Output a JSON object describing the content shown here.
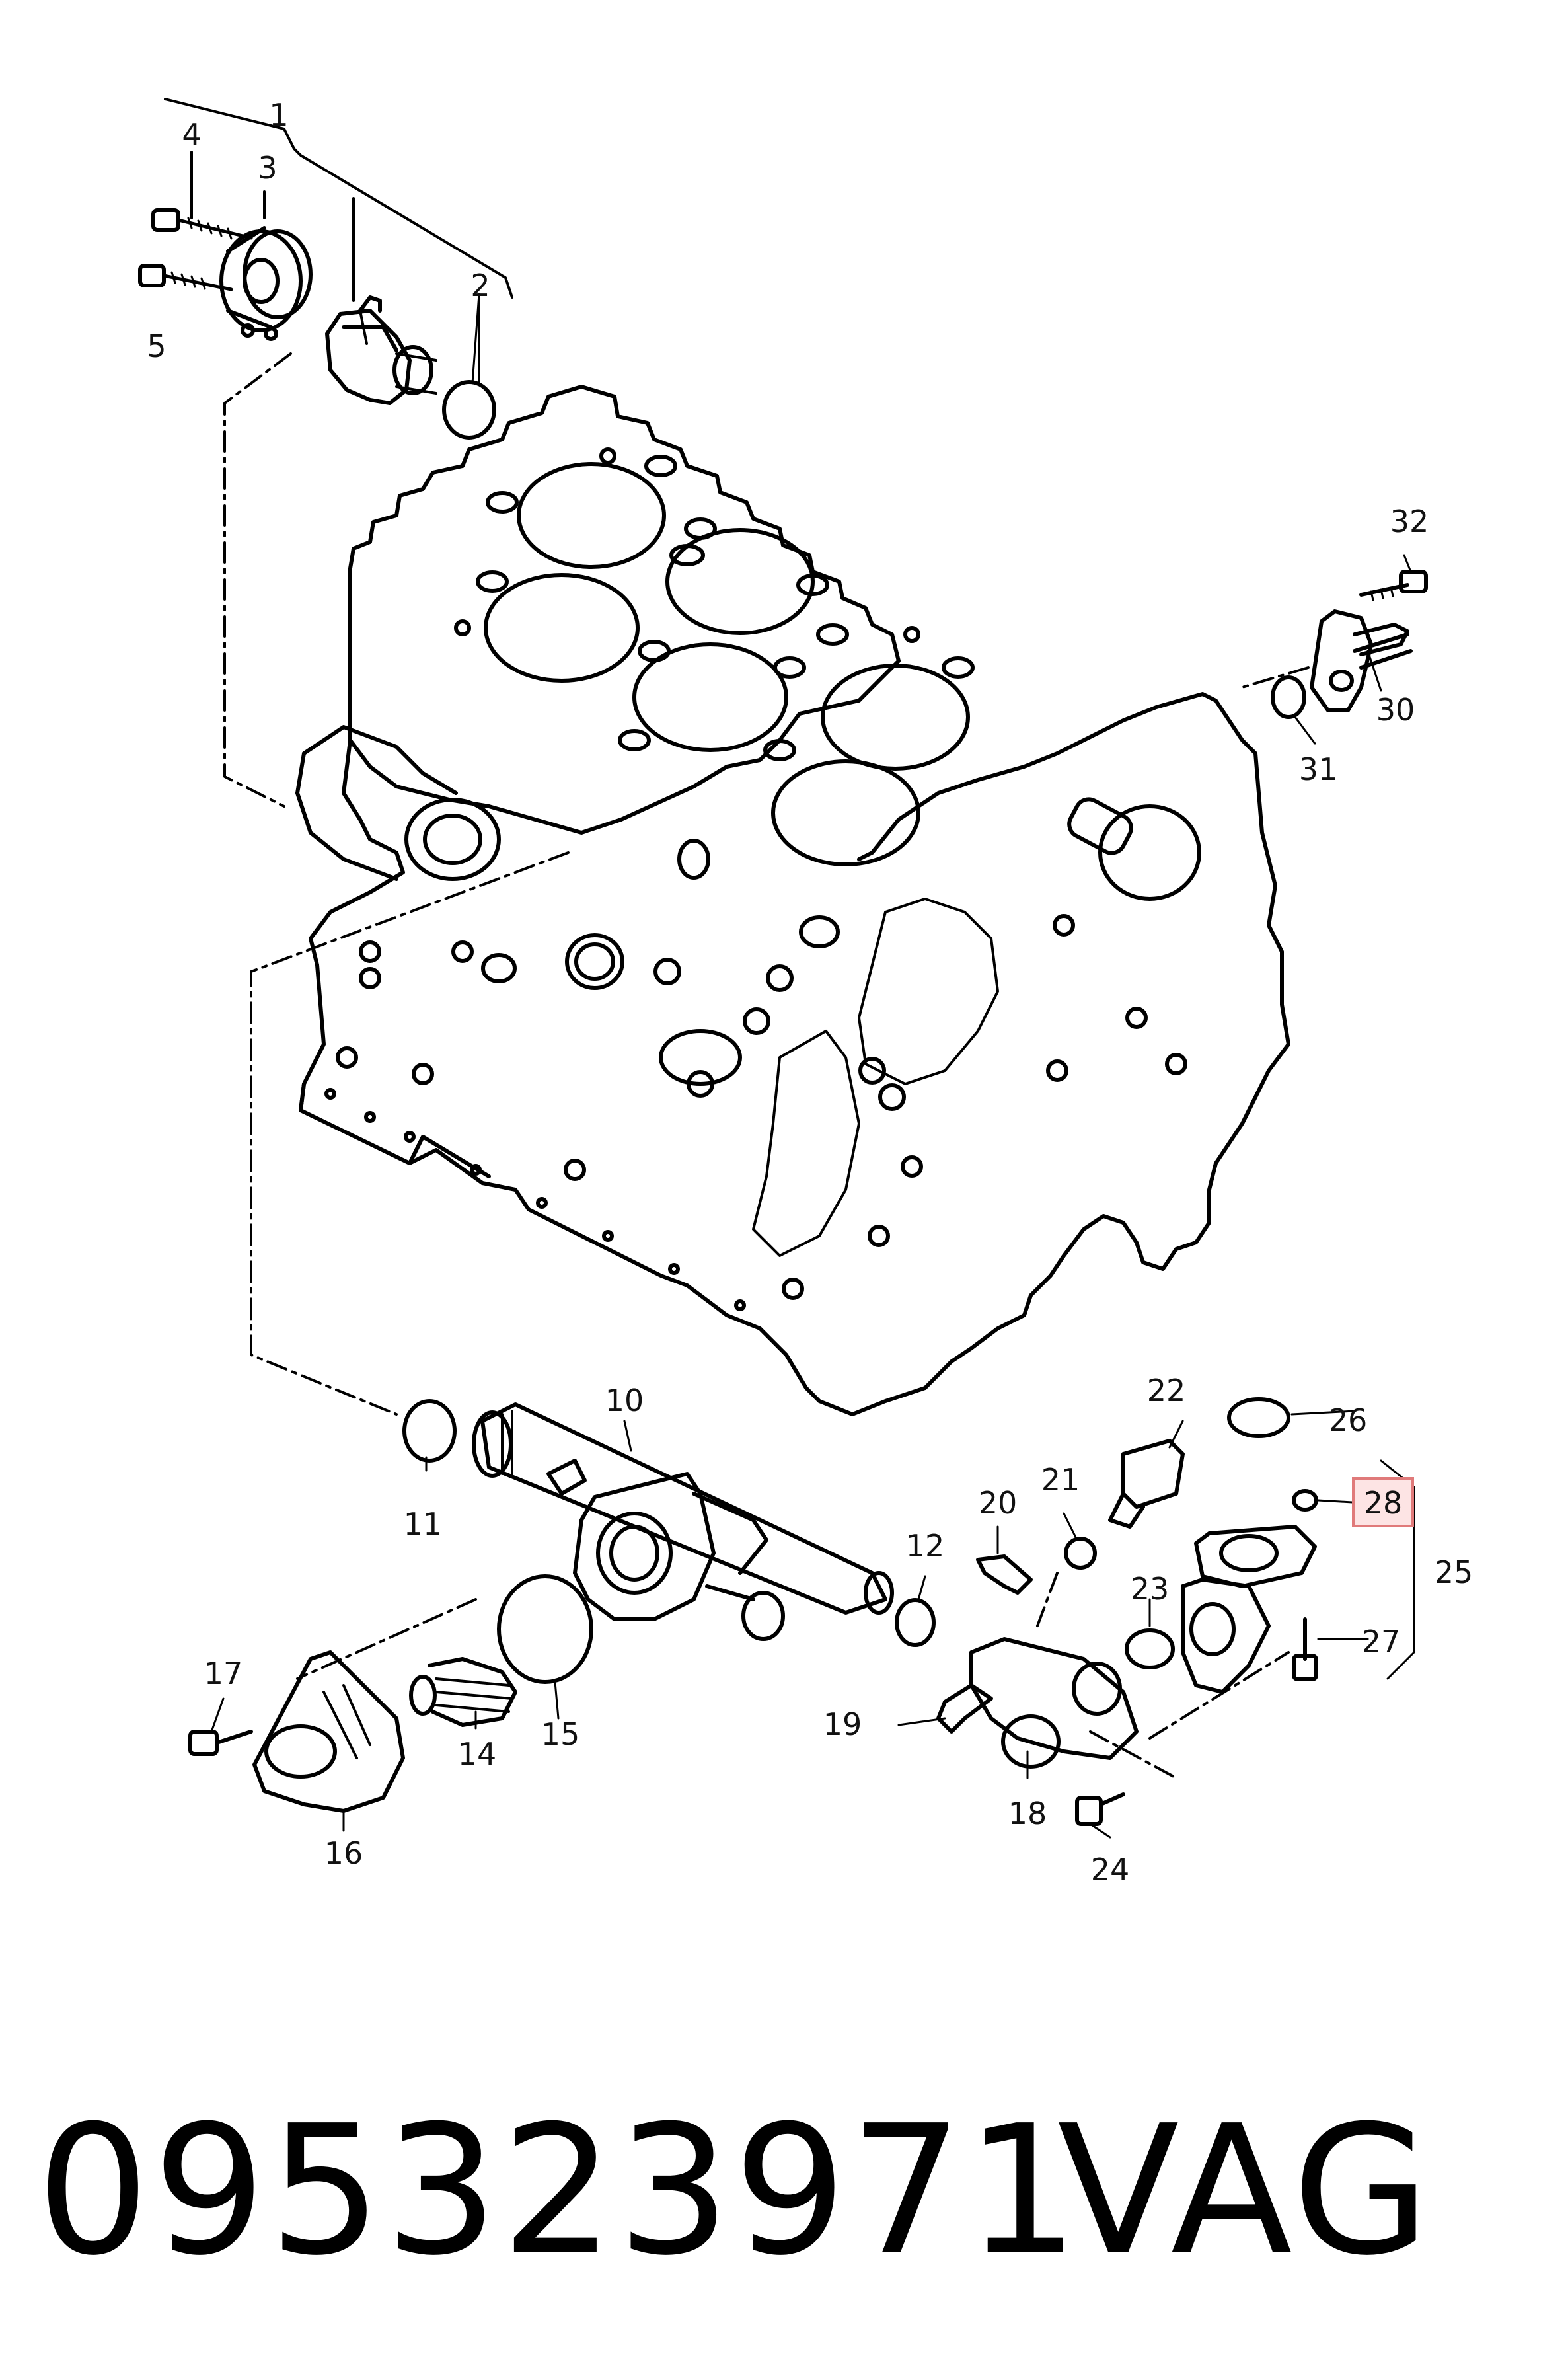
{
  "diagram": {
    "callouts": [
      {
        "id": "c1",
        "text": "1"
      },
      {
        "id": "c2",
        "text": "2"
      },
      {
        "id": "c3",
        "text": "3"
      },
      {
        "id": "c4",
        "text": "4"
      },
      {
        "id": "c5",
        "text": "5"
      },
      {
        "id": "c10",
        "text": "10"
      },
      {
        "id": "c11",
        "text": "11"
      },
      {
        "id": "c12",
        "text": "12"
      },
      {
        "id": "c14",
        "text": "14"
      },
      {
        "id": "c15",
        "text": "15"
      },
      {
        "id": "c16",
        "text": "16"
      },
      {
        "id": "c17",
        "text": "17"
      },
      {
        "id": "c18",
        "text": "18"
      },
      {
        "id": "c19",
        "text": "19"
      },
      {
        "id": "c20",
        "text": "20"
      },
      {
        "id": "c21",
        "text": "21"
      },
      {
        "id": "c22",
        "text": "22"
      },
      {
        "id": "c23",
        "text": "23"
      },
      {
        "id": "c24",
        "text": "24"
      },
      {
        "id": "c25",
        "text": "25"
      },
      {
        "id": "c26",
        "text": "26"
      },
      {
        "id": "c27",
        "text": "27"
      },
      {
        "id": "c28",
        "text": "28"
      },
      {
        "id": "c30",
        "text": "30"
      },
      {
        "id": "c31",
        "text": "31"
      },
      {
        "id": "c32",
        "text": "32"
      }
    ],
    "highlighted_callout": "28",
    "highlight_color": "#e07a7a",
    "highlight_fill": "#fde4e4"
  },
  "footer": {
    "part_number": "095323971",
    "brand": "VAG"
  }
}
